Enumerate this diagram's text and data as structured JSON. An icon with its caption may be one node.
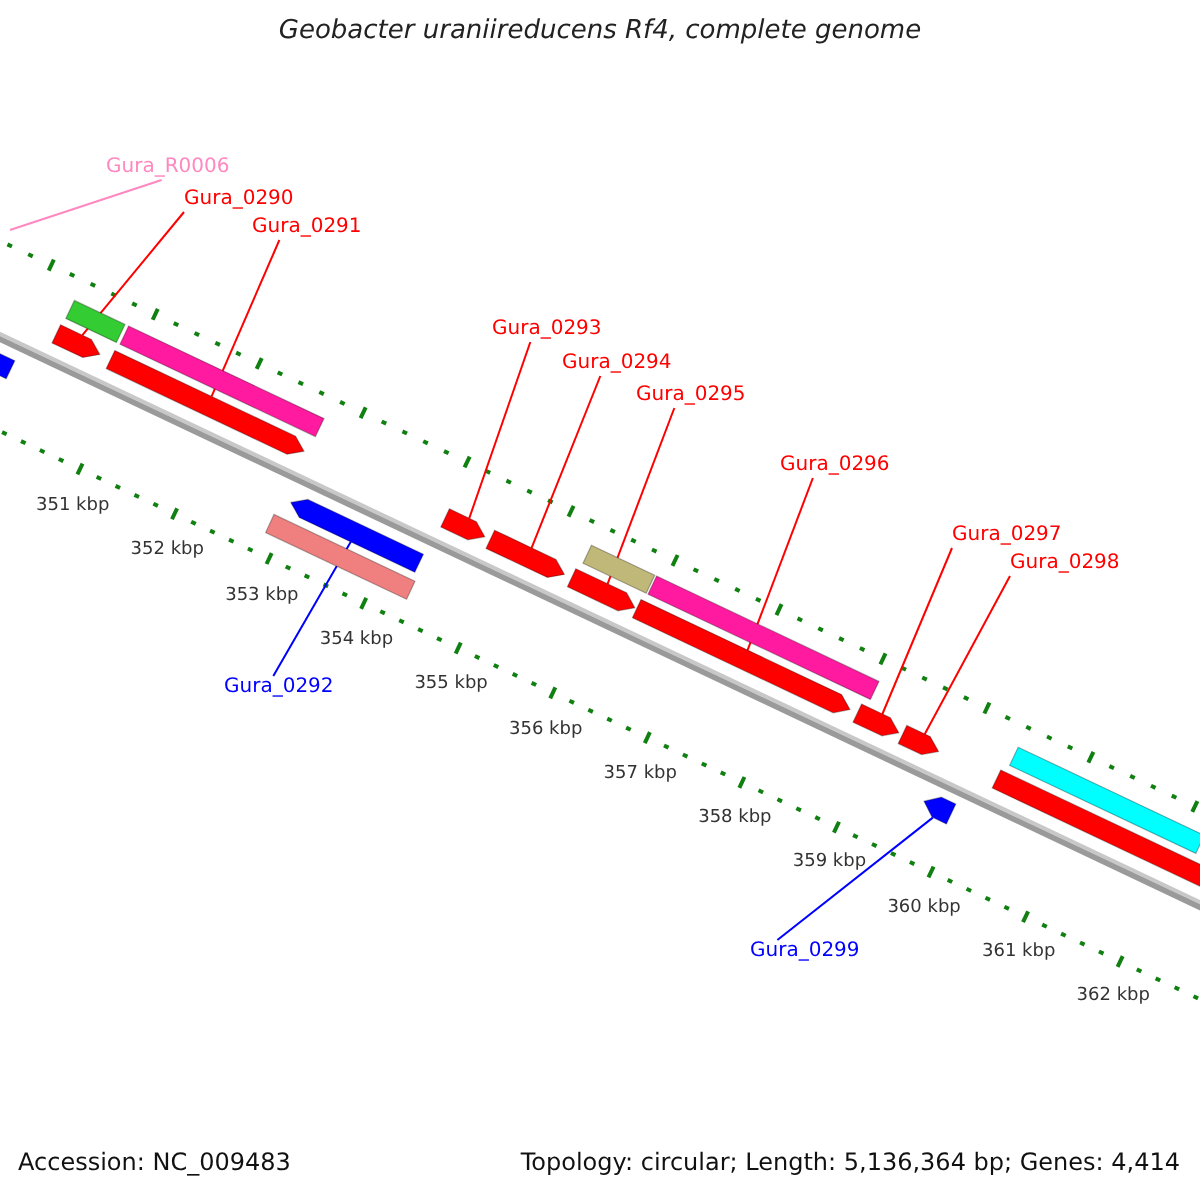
{
  "diagram": {
    "title": "Geobacter uraniireducens Rf4, complete genome",
    "nodes": [
      {
        "text": [
          "Gura_R0006"
        ]
      },
      {
        "text": [
          "Gura_0290"
        ]
      },
      {
        "text": [
          "Gura_0291"
        ]
      },
      {
        "text": [
          "Gura_0293"
        ]
      },
      {
        "text": [
          "Gura_0294"
        ]
      },
      {
        "text": [
          "Gura_0295"
        ]
      },
      {
        "text": [
          "Gura_0296"
        ]
      },
      {
        "text": [
          "Gura_0297"
        ]
      },
      {
        "text": [
          "Gura_0298"
        ]
      },
      {
        "text": [
          "Gura_0292"
        ]
      },
      {
        "text": [
          "Gura_0299"
        ]
      },
      {
        "text": [],
        "shape": "arrow"
      },
      {
        "text": [],
        "shape": "arrow"
      },
      {
        "text": [],
        "shape": "arrow"
      },
      {
        "text": [],
        "shape": "arrow"
      },
      {
        "text": [],
        "shape": "arrow"
      },
      {
        "text": [],
        "shape": "arrow"
      },
      {
        "text": [],
        "shape": "arrow"
      },
      {
        "text": [],
        "shape": "arrow"
      },
      {
        "text": [],
        "shape": "arrow"
      },
      {
        "text": [],
        "shape": "arrow"
      },
      {
        "text": [],
        "shape": "bar"
      },
      {
        "text": [],
        "shape": "bar"
      },
      {
        "text": [],
        "shape": "arrow"
      },
      {
        "text": [],
        "shape": "bar"
      },
      {
        "text": [],
        "shape": "bar"
      },
      {
        "text": [],
        "shape": "bar"
      },
      {
        "text": [],
        "shape": "arrow"
      },
      {
        "text": [],
        "shape": "bar"
      }
    ],
    "edges": [
      {
        "from": 0,
        "to": null,
        "arrow": "none",
        "color": "#ff88c0"
      },
      {
        "from": 1,
        "to": 11,
        "arrow": "none"
      },
      {
        "from": 2,
        "to": 12,
        "arrow": "none"
      },
      {
        "from": 3,
        "to": 14,
        "arrow": "none"
      },
      {
        "from": 4,
        "to": 15,
        "arrow": "none"
      },
      {
        "from": 5,
        "to": 16,
        "arrow": "none"
      },
      {
        "from": 6,
        "to": 17,
        "arrow": "none"
      },
      {
        "from": 7,
        "to": 18,
        "arrow": "none"
      },
      {
        "from": 8,
        "to": 19,
        "arrow": "none"
      },
      {
        "from": 9,
        "to": 13,
        "arrow": "none",
        "color": "#0000ff"
      },
      {
        "from": 10,
        "to": 20,
        "arrow": "none",
        "color": "#0000ff"
      }
    ],
    "labels": [
      "351 kbp",
      "352 kbp",
      "353 kbp",
      "354 kbp",
      "355 kbp",
      "356 kbp",
      "357 kbp",
      "358 kbp",
      "359 kbp",
      "360 kbp",
      "361 kbp",
      "362 kbp",
      "Accession: NC_009483",
      "Topology: circular; Length: 5,136,364 bp; Genes: 4,414"
    ]
  }
}
